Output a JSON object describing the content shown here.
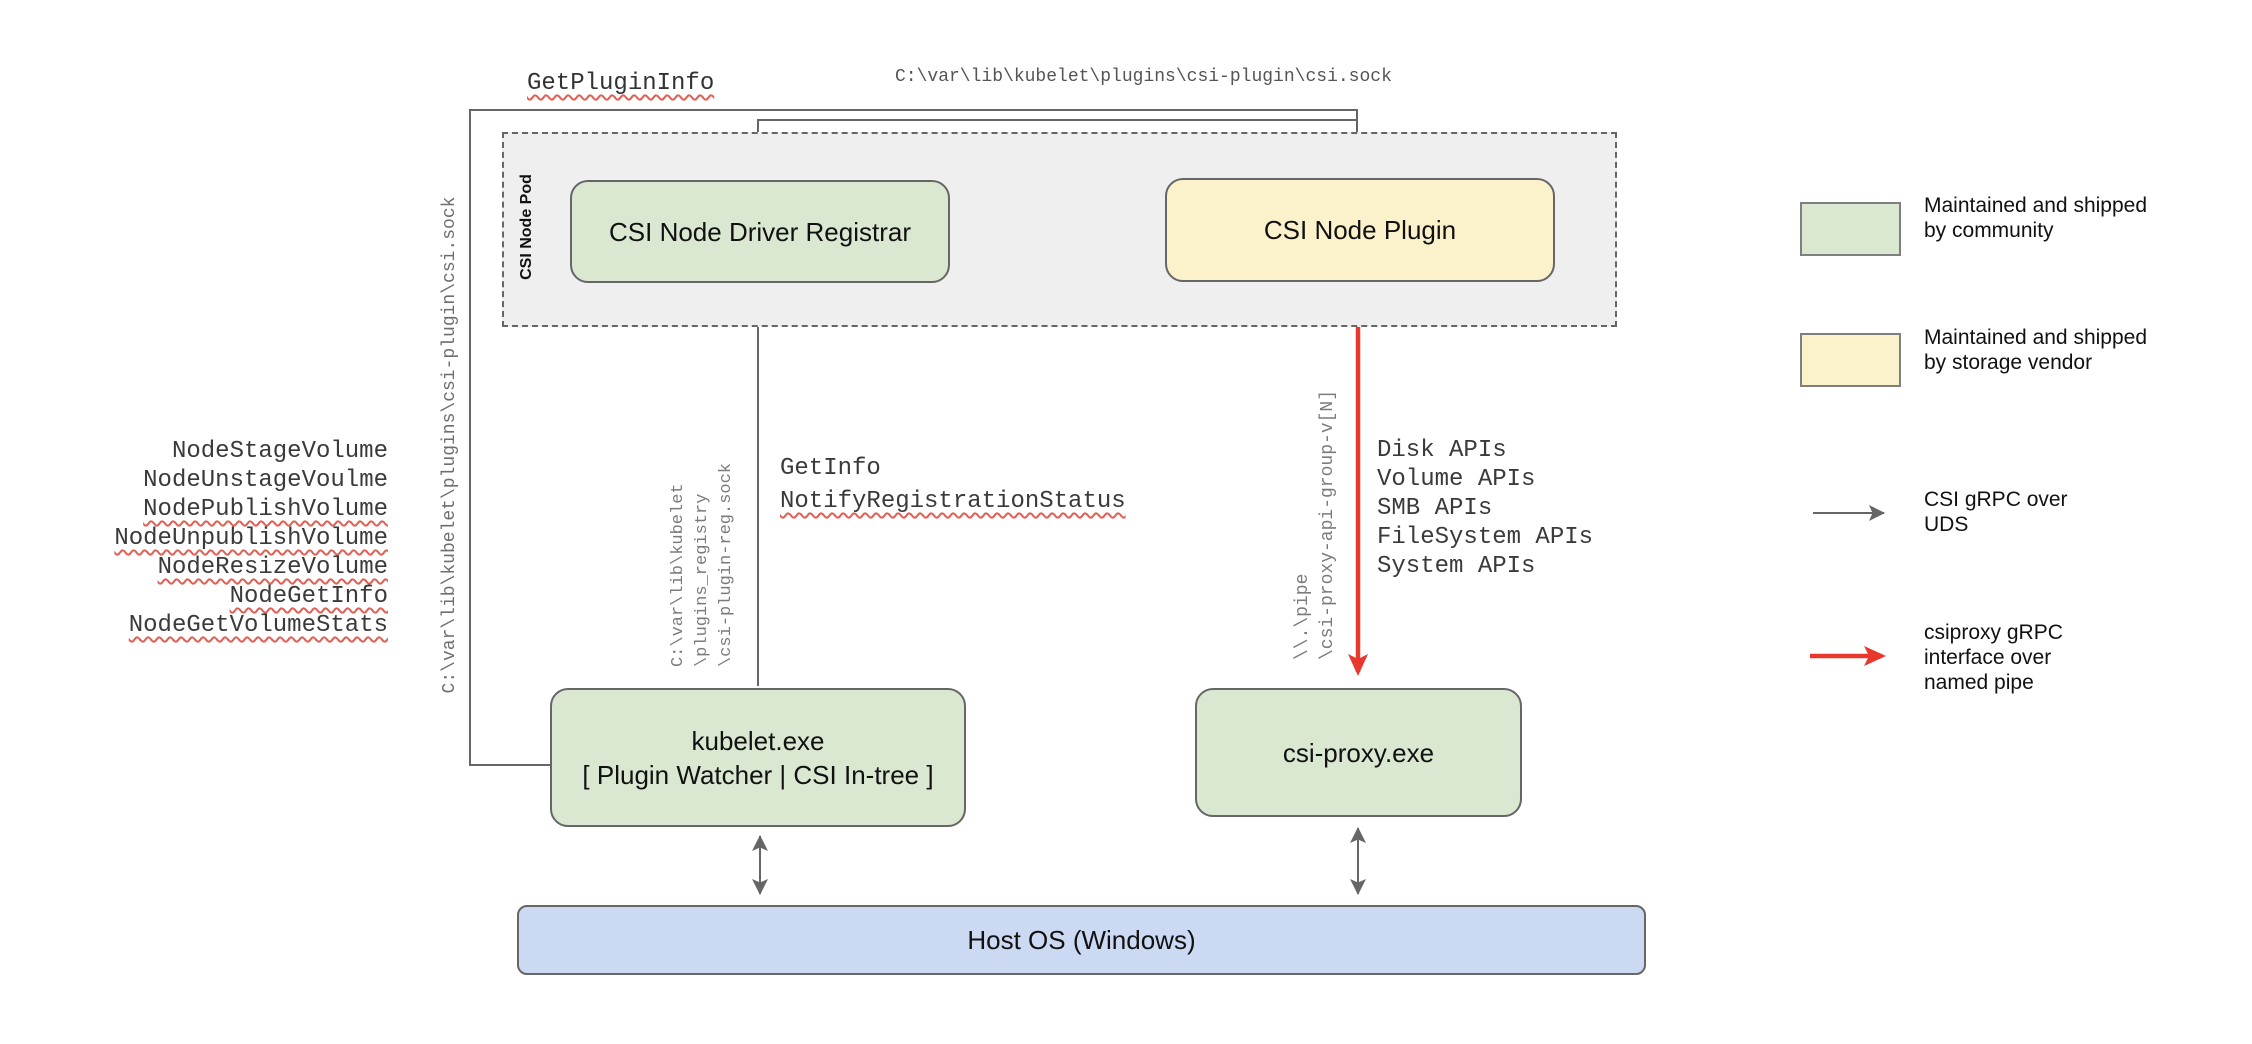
{
  "labels": {
    "get_plugin_info": "GetPluginInfo",
    "top_socket_path": "C:\\var\\lib\\kubelet\\plugins\\csi-plugin\\csi.sock",
    "left_socket_path": "C:\\var\\lib\\kubelet\\plugins\\csi-plugin\\csi.sock",
    "registry_socket_path": [
      "C:\\var\\lib\\kubelet",
      "\\plugins_registry",
      "\\csi-plugin-reg.sock"
    ],
    "named_pipe_path": [
      "\\\\.\\pipe",
      "\\csi-proxy-api-group-v[N]"
    ],
    "get_info": "GetInfo",
    "notify_registration_status": "NotifyRegistrationStatus",
    "node_rpcs": [
      "NodeStageVolume",
      "NodeUnstageVoulme",
      "NodePublishVolume",
      "NodeUnpublishVolume",
      "NodeResizeVolume",
      "NodeGetInfo",
      "NodeGetVolumeStats"
    ],
    "proxy_apis": [
      "Disk APIs",
      "Volume APIs",
      "SMB APIs",
      "FileSystem APIs",
      "System APIs"
    ]
  },
  "nodes": {
    "pod_label": "CSI Node Pod",
    "registrar": "CSI Node Driver Registrar",
    "plugin": "CSI Node Plugin",
    "kubelet": [
      "kubelet.exe",
      "[ Plugin Watcher | CSI In-tree ]"
    ],
    "csi_proxy": "csi-proxy.exe",
    "host_os": "Host OS (Windows)"
  },
  "legend": {
    "community": [
      "Maintained and shipped",
      "by community"
    ],
    "vendor": [
      "Maintained and shipped",
      "by storage vendor"
    ],
    "uds_arrow": [
      "CSI gRPC over",
      "UDS"
    ],
    "pipe_arrow": [
      "csiproxy gRPC",
      "interface over",
      "named pipe"
    ]
  },
  "colors": {
    "community_green": "#dae8d1",
    "vendor_yellow": "#fbf2cc",
    "host_os_blue": "#cbd9f3",
    "pod_gray": "#efefef",
    "csi_grpc_arrow_gray": "#666666",
    "csiproxy_arrow_red": "#e8382d",
    "spellcheck_squiggle_red": "#e06055"
  }
}
